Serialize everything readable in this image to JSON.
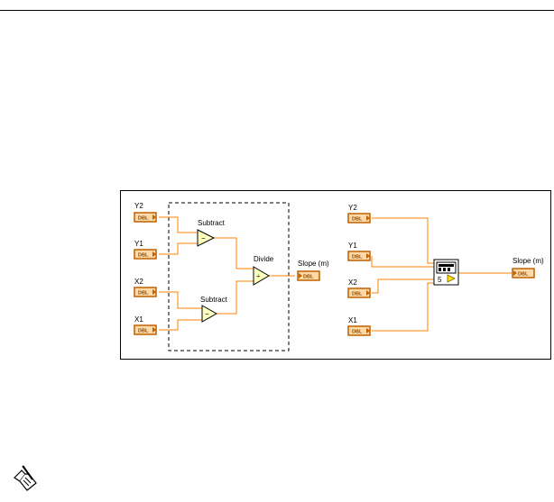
{
  "left_diagram": {
    "inputs": [
      {
        "label": "Y2",
        "type": "DBL"
      },
      {
        "label": "Y1",
        "type": "DBL"
      },
      {
        "label": "X2",
        "type": "DBL"
      },
      {
        "label": "X1",
        "type": "DBL"
      }
    ],
    "subtract_top_label": "Subtract",
    "subtract_bottom_label": "Subtract",
    "divide_label": "Divide",
    "output": {
      "label": "Slope (m)",
      "type": "DBL"
    }
  },
  "right_diagram": {
    "inputs": [
      {
        "label": "Y2",
        "type": "DBL"
      },
      {
        "label": "Y1",
        "type": "DBL"
      },
      {
        "label": "X2",
        "type": "DBL"
      },
      {
        "label": "X1",
        "type": "DBL"
      }
    ],
    "subvi_number": "5",
    "output": {
      "label": "Slope (m)",
      "type": "DBL"
    }
  },
  "colors": {
    "wire": "#ff8000",
    "terminal_fill": "#ffd9a8",
    "terminal_border": "#c06000",
    "terminal_text": "#8a4b00",
    "node_fill": "#ffffc0"
  },
  "icons": [
    "note-icon"
  ]
}
